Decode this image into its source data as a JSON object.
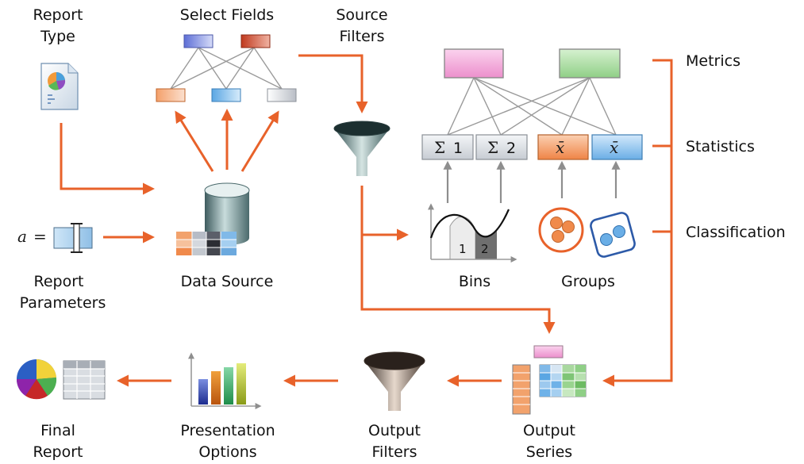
{
  "labels": {
    "report_type": [
      "Report",
      "Type"
    ],
    "select_fields": "Select Fields",
    "source_filters": [
      "Source",
      "Filters"
    ],
    "metrics": "Metrics",
    "statistics": "Statistics",
    "classification": "Classification",
    "report_parameters": [
      "Report",
      "Parameters"
    ],
    "data_source": "Data Source",
    "bins": "Bins",
    "groups": "Groups",
    "final_report": [
      "Final",
      "Report"
    ],
    "presentation_options": [
      "Presentation",
      "Options"
    ],
    "output_filters": [
      "Output",
      "Filters"
    ],
    "output_series": [
      "Output",
      "Series"
    ]
  },
  "statistics_boxes": {
    "sum1_symbol": "Σ",
    "sum1_num": "1",
    "sum2_symbol": "Σ",
    "sum2_num": "2",
    "mean_symbol": "x̄"
  },
  "bins_chart": {
    "bin1": "1",
    "bin2": "2"
  },
  "parameter_symbol": "a",
  "parameter_equals": "=",
  "colors": {
    "arrow": "#e8622a",
    "connector": "#999999",
    "metric_pink": "#f3a6d6",
    "metric_green": "#a8dca0",
    "field_orange": "#f08a4b",
    "field_blue": "#6fb2e8",
    "field_gray": "#d4d8de"
  }
}
